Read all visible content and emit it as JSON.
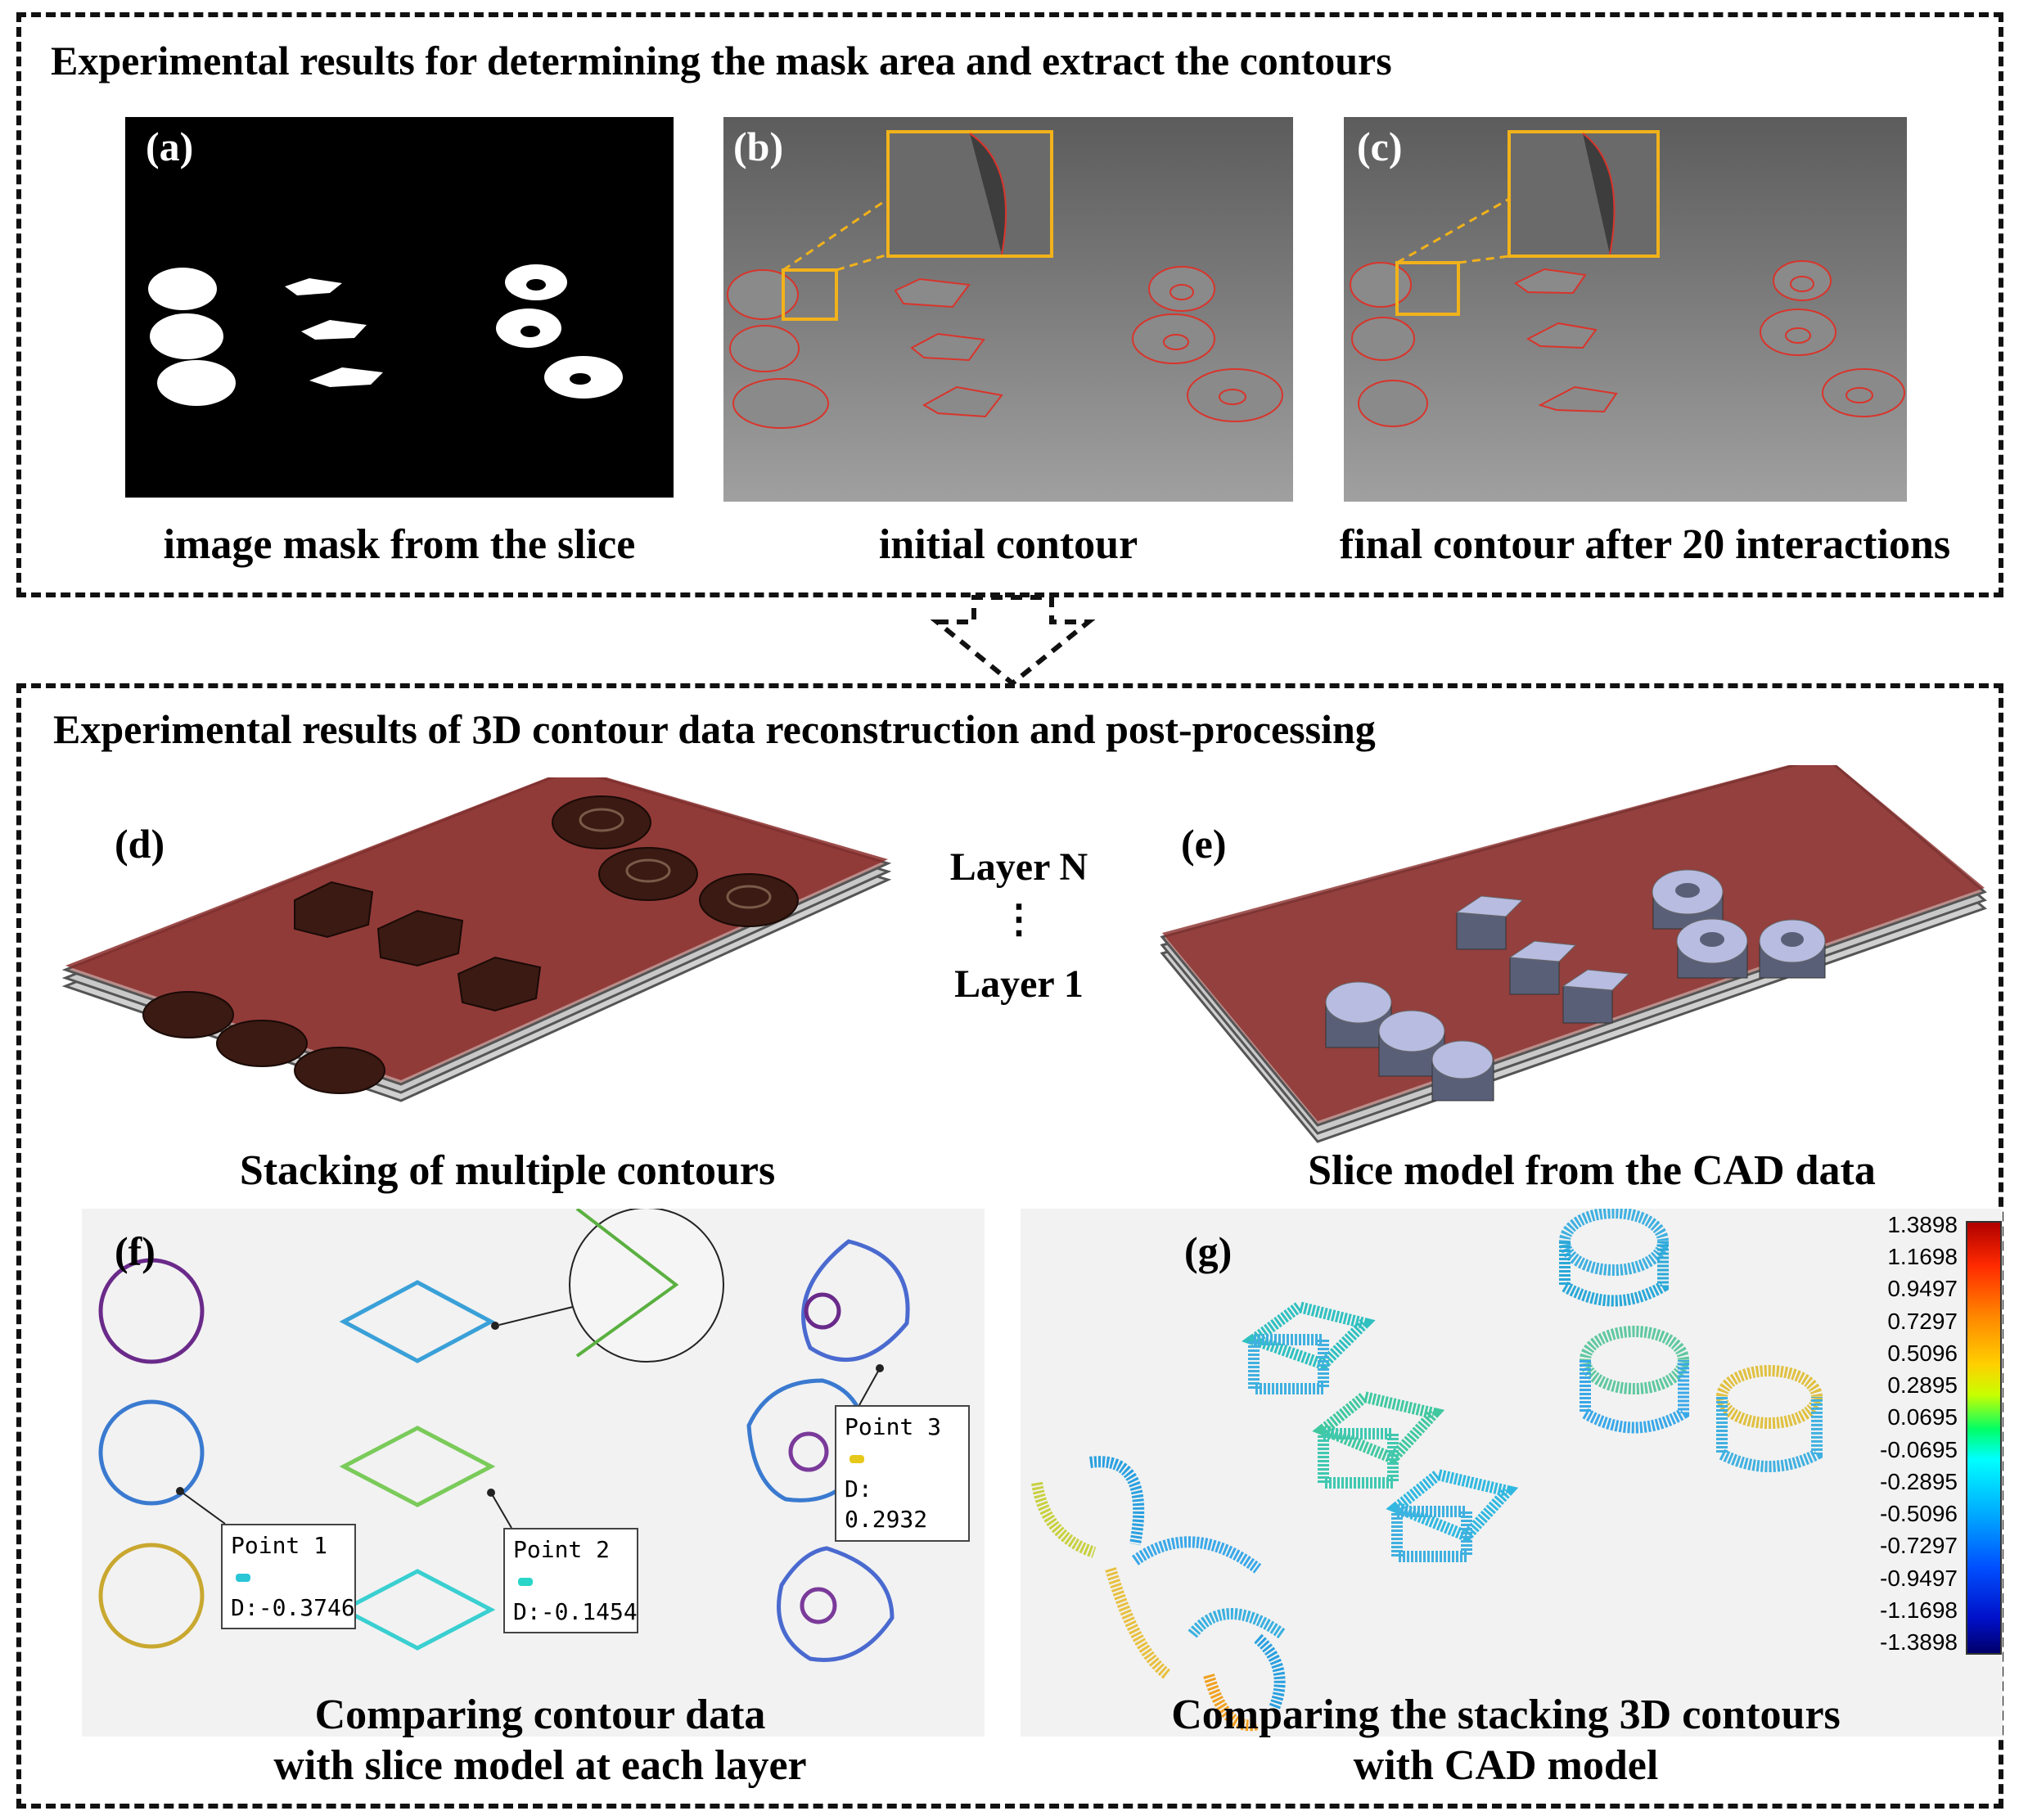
{
  "top_section": {
    "title": "Experimental results for determining the mask area and extract the contours",
    "panels": [
      {
        "label": "(a)",
        "caption": "image mask from the slice"
      },
      {
        "label": "(b)",
        "caption": "initial contour"
      },
      {
        "label": "(c)",
        "caption": "final contour after 20 interactions"
      }
    ]
  },
  "bottom_section": {
    "title": "Experimental results of 3D contour data reconstruction and post-processing",
    "panel_d": {
      "label": "(d)",
      "caption": "Stacking of multiple contours"
    },
    "panel_e": {
      "label": "(e)",
      "caption": "Slice model from the CAD data"
    },
    "layers": {
      "top": "Layer N",
      "dots": "⋮",
      "bottom": "Layer 1"
    },
    "panel_f": {
      "label": "(f)",
      "caption_line1": "Comparing contour data",
      "caption_line2": "with slice model at each layer",
      "points": [
        {
          "name": "Point 1",
          "value": "D:-0.3746",
          "color": "#29c6d6"
        },
        {
          "name": "Point 2",
          "value": "D:-0.1454",
          "color": "#29d6c8"
        },
        {
          "name": "Point 3",
          "value": "D: 0.2932",
          "color": "#e6c81a"
        }
      ]
    },
    "panel_g": {
      "label": "(g)",
      "caption_line1": "Comparing the stacking 3D contours",
      "caption_line2": "with CAD model",
      "legend_ticks": [
        "1.3898",
        "1.1698",
        "0.9497",
        "0.7297",
        "0.5096",
        "0.2895",
        "0.0695",
        "-0.0695",
        "-0.2895",
        "-0.5096",
        "-0.7297",
        "-0.9497",
        "-1.1698",
        "-1.3898"
      ]
    }
  }
}
